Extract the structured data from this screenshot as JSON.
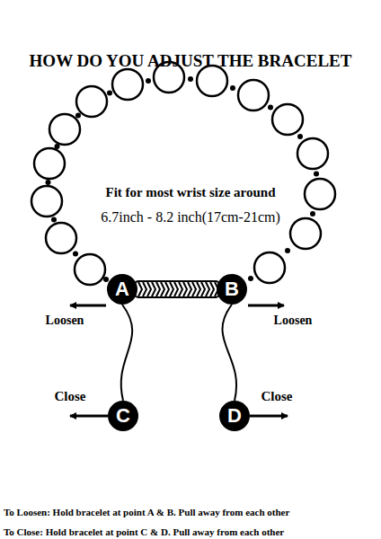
{
  "diagram": {
    "title": "HOW DO YOU ADJUST THE BRACELET",
    "nodes": [
      {
        "text": [
          "A"
        ]
      },
      {
        "text": [
          "B"
        ]
      },
      {
        "text": [
          "C"
        ]
      },
      {
        "text": [
          "D"
        ]
      }
    ],
    "edges": [
      {
        "from": 0,
        "to": 2,
        "arrow": "none"
      },
      {
        "from": 1,
        "to": 3,
        "arrow": "none"
      }
    ],
    "labels": [
      "Fit for most wrist size around",
      "6.7inch - 8.2 inch(17cm-21cm)",
      "Loosen",
      "Loosen",
      "Close",
      "Close",
      "To Loosen: Hold bracelet at point A & B. Pull away from each other",
      "To Close: Hold bracelet at point C & D. Pull away from each other"
    ]
  }
}
